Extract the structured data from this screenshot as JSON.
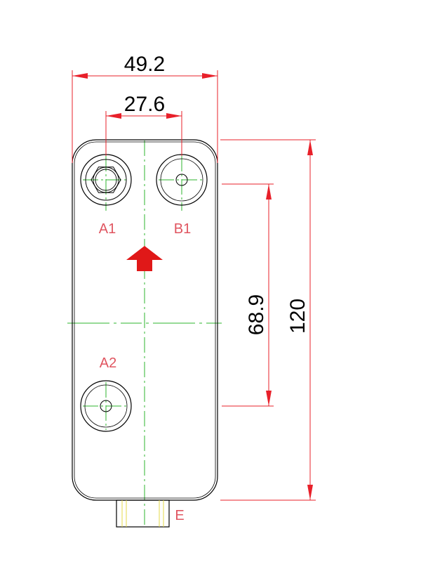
{
  "dimensions": {
    "overall_width": "49.2",
    "port_spacing": "27.6",
    "port_vertical": "68.9",
    "overall_height": "120"
  },
  "ports": {
    "a1": "A1",
    "b1": "B1",
    "a2": "A2",
    "e": "E"
  },
  "colors": {
    "outline": "#000000",
    "dimension": "#e8202a",
    "centerline": "#2fb52f",
    "label": "#e05560",
    "arrow": "#e01818",
    "thread": "#e6d84a"
  },
  "icons": {
    "flow_arrow": "arrow-up-icon",
    "hex_nut": "hex-nut-icon"
  }
}
